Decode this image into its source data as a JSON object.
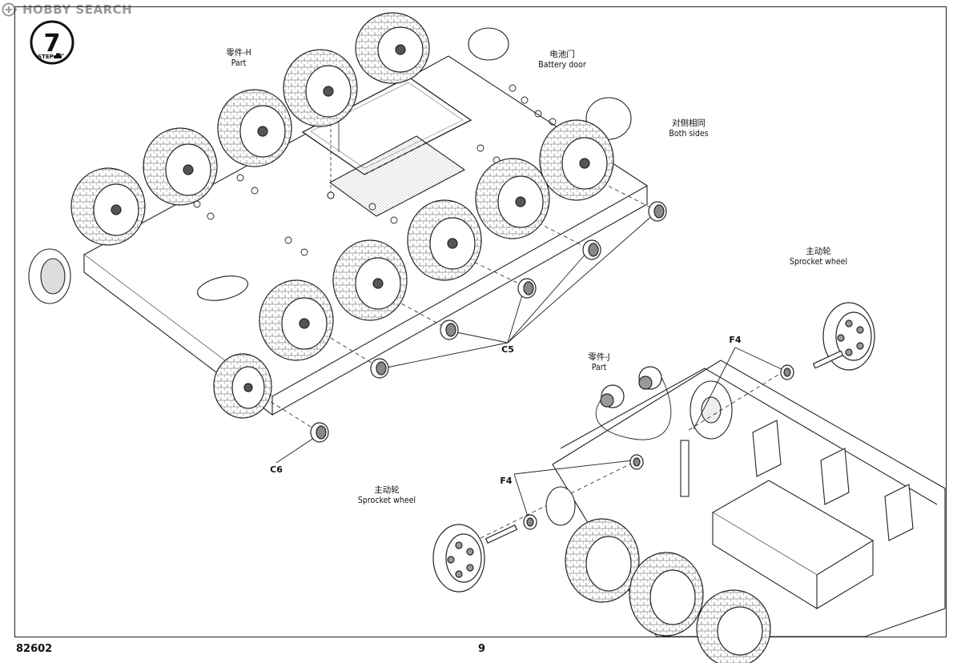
{
  "watermark": {
    "brand": "HOBBY SEARCH"
  },
  "step": {
    "number": "7",
    "label": "STEP"
  },
  "labels": {
    "part_h": {
      "zh": "零件-H",
      "en": "Part"
    },
    "battery_door": {
      "zh": "电池门",
      "en": "Battery door"
    },
    "both_sides": {
      "zh": "对侧相同",
      "en": "Both sides"
    },
    "sprocket_right": {
      "zh": "主动轮",
      "en": "Sprocket wheel"
    },
    "sprocket_bottom": {
      "zh": "主动轮",
      "en": "Sprocket wheel"
    },
    "part_j": {
      "zh": "零件-J",
      "en": "Part"
    }
  },
  "codes": {
    "c5": "C5",
    "c6": "C6",
    "f4_upper": "F4",
    "f4_lower": "F4"
  },
  "footer": {
    "product_number": "82602",
    "page_number": "9"
  }
}
